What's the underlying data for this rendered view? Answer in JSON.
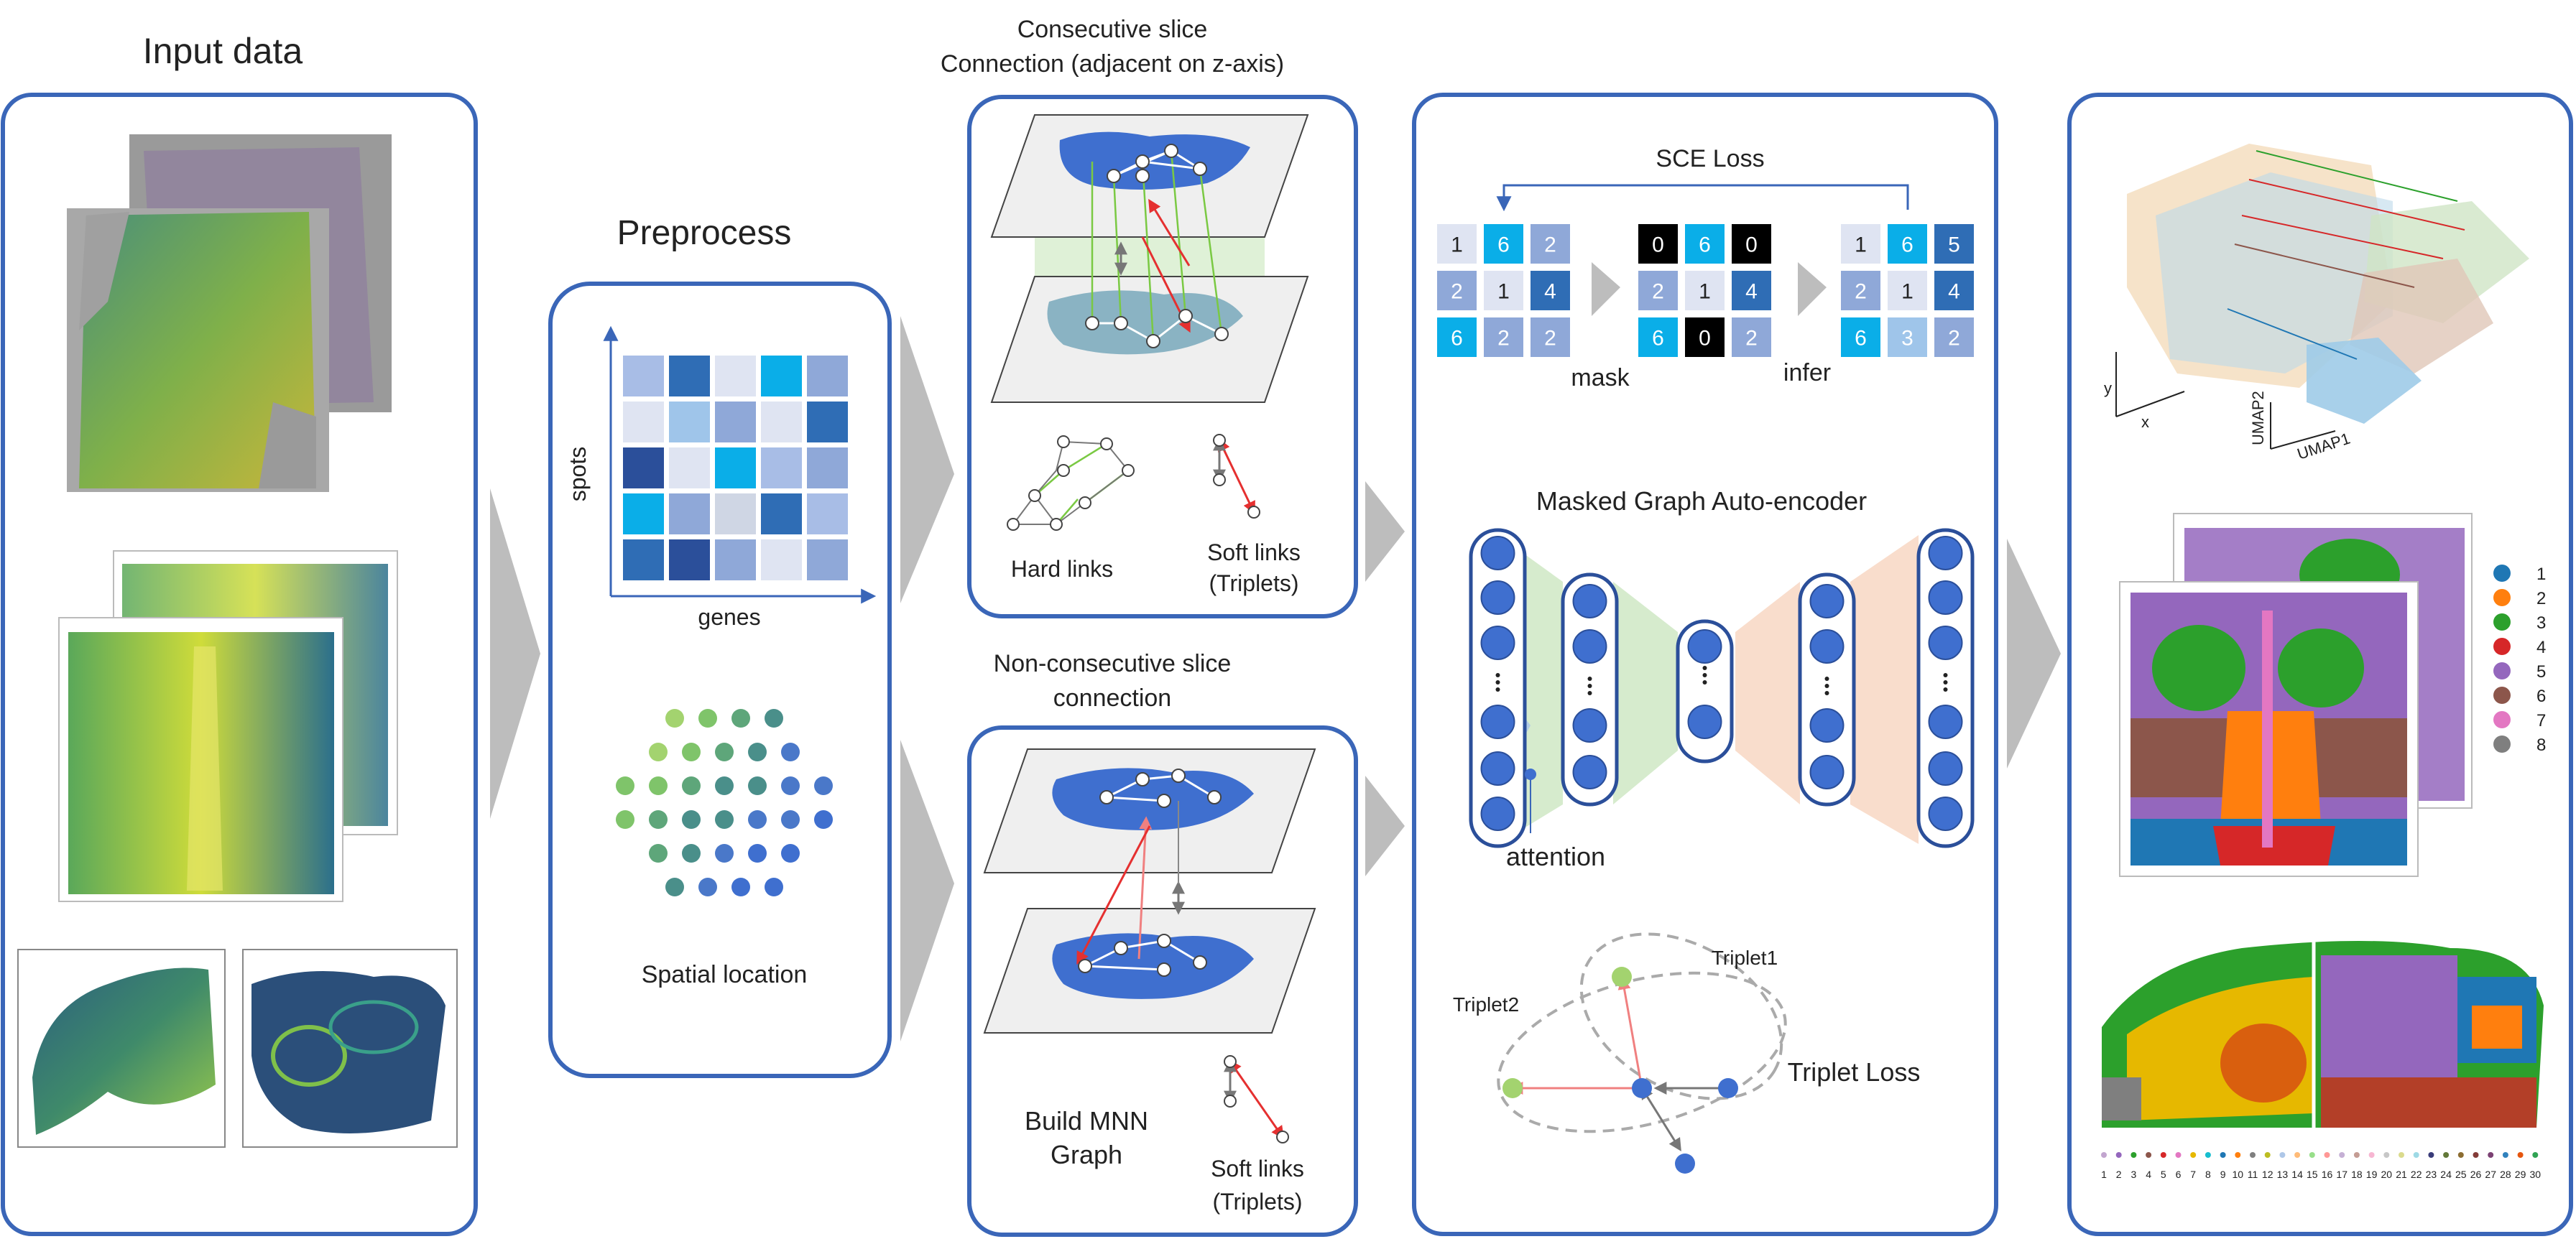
{
  "input": {
    "title": "Input data"
  },
  "preprocess": {
    "title": "Preprocess",
    "matrix_ylabel": "spots",
    "matrix_xlabel": "genes",
    "spatial_label": "Spatial location"
  },
  "consecutive": {
    "title_line1": "Consecutive slice",
    "title_line2": "Connection (adjacent on z-axis)",
    "hard_links": "Hard links",
    "soft_links_1": "Soft links",
    "soft_links_2": "(Triplets)"
  },
  "nonconsecutive": {
    "title_line1": "Non-consecutive slice",
    "title_line2": "connection",
    "build_1": "Build MNN",
    "build_2": "Graph",
    "soft_links_1": "Soft links",
    "soft_links_2": "(Triplets)"
  },
  "model": {
    "sce_loss": "SCE Loss",
    "mask_label": "mask",
    "infer_label": "infer",
    "mae_title": "Masked Graph Auto-encoder",
    "attention": "attention",
    "triplet1": "Triplet1",
    "triplet2": "Triplet2",
    "triplet_loss": "Triplet Loss",
    "matrix_input": [
      "1",
      "6",
      "2",
      "2",
      "1",
      "4",
      "6",
      "2",
      "2"
    ],
    "matrix_masked": [
      "0",
      "6",
      "0",
      "2",
      "1",
      "4",
      "6",
      "0",
      "2"
    ],
    "matrix_inferred": [
      "1",
      "6",
      "5",
      "2",
      "1",
      "4",
      "6",
      "3",
      "2"
    ]
  },
  "output": {
    "umap_y": "y",
    "umap_x": "x",
    "umap2": "UMAP2",
    "umap1": "UMAP1",
    "legend": [
      "1",
      "2",
      "3",
      "4",
      "5",
      "6",
      "7",
      "8"
    ],
    "legend_colors": [
      "#1f77b4",
      "#ff7f0e",
      "#2ca02c",
      "#d62728",
      "#9467bd",
      "#8c564b",
      "#e377c2",
      "#7f7f7f"
    ],
    "bottom_legend": [
      "1",
      "2",
      "3",
      "4",
      "5",
      "6",
      "7",
      "8",
      "9",
      "10",
      "11",
      "12",
      "13",
      "14",
      "15",
      "16",
      "17",
      "18",
      "19",
      "20",
      "21",
      "22",
      "23",
      "24",
      "25",
      "26",
      "27",
      "28",
      "29",
      "30"
    ]
  },
  "colors": {
    "panel_border": "#3a66b8",
    "arrow_gray": "#bdbdbd",
    "blob": "#3f6fcf",
    "link_green": "#7ac943",
    "link_red": "#e53030"
  }
}
